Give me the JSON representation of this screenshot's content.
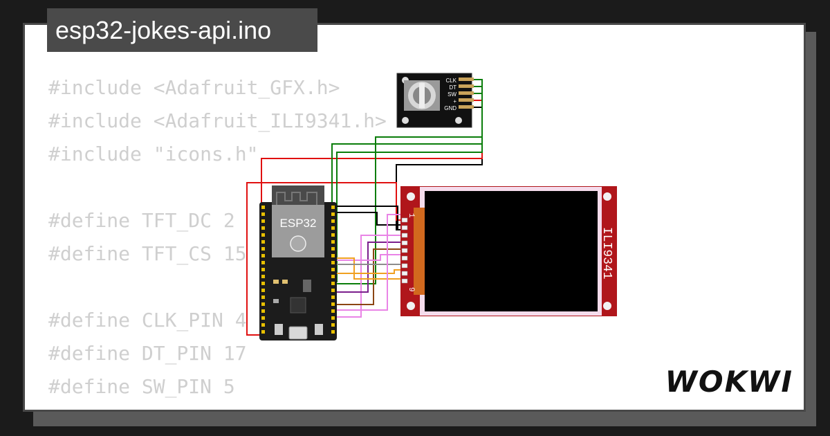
{
  "file_tab": {
    "name": "esp32-jokes-api.ino"
  },
  "code_lines": [
    "#include <Adafruit_GFX.h>",
    "#include <Adafruit_ILI9341.h>",
    "#include \"icons.h\"",
    "",
    "#define TFT_DC 2",
    "#define TFT_CS 15",
    "",
    "#define CLK_PIN 4",
    "#define DT_PIN 17",
    "#define SW_PIN 5"
  ],
  "esp32": {
    "label": "ESP32"
  },
  "encoder": {
    "pins": [
      "CLK",
      "DT",
      "SW",
      "+",
      "GND"
    ]
  },
  "display": {
    "label": "ILI9341",
    "pin_first": "1",
    "pin_last": "9"
  },
  "brand": {
    "logo": "WOKWI"
  },
  "colors": {
    "background": "#1b1b1b",
    "card": "#ffffff",
    "display_pcb": "#b0161b",
    "esp32_board": "#1c1c1c",
    "wire_red": "#e01010",
    "wire_green": "#0a7d0a",
    "wire_black": "#000000",
    "wire_pink": "#e984e6",
    "wire_orange": "#f0a020",
    "wire_brown": "#8b4513",
    "wire_purple": "#7a1e8c",
    "wire_gray": "#8c8c8c"
  }
}
